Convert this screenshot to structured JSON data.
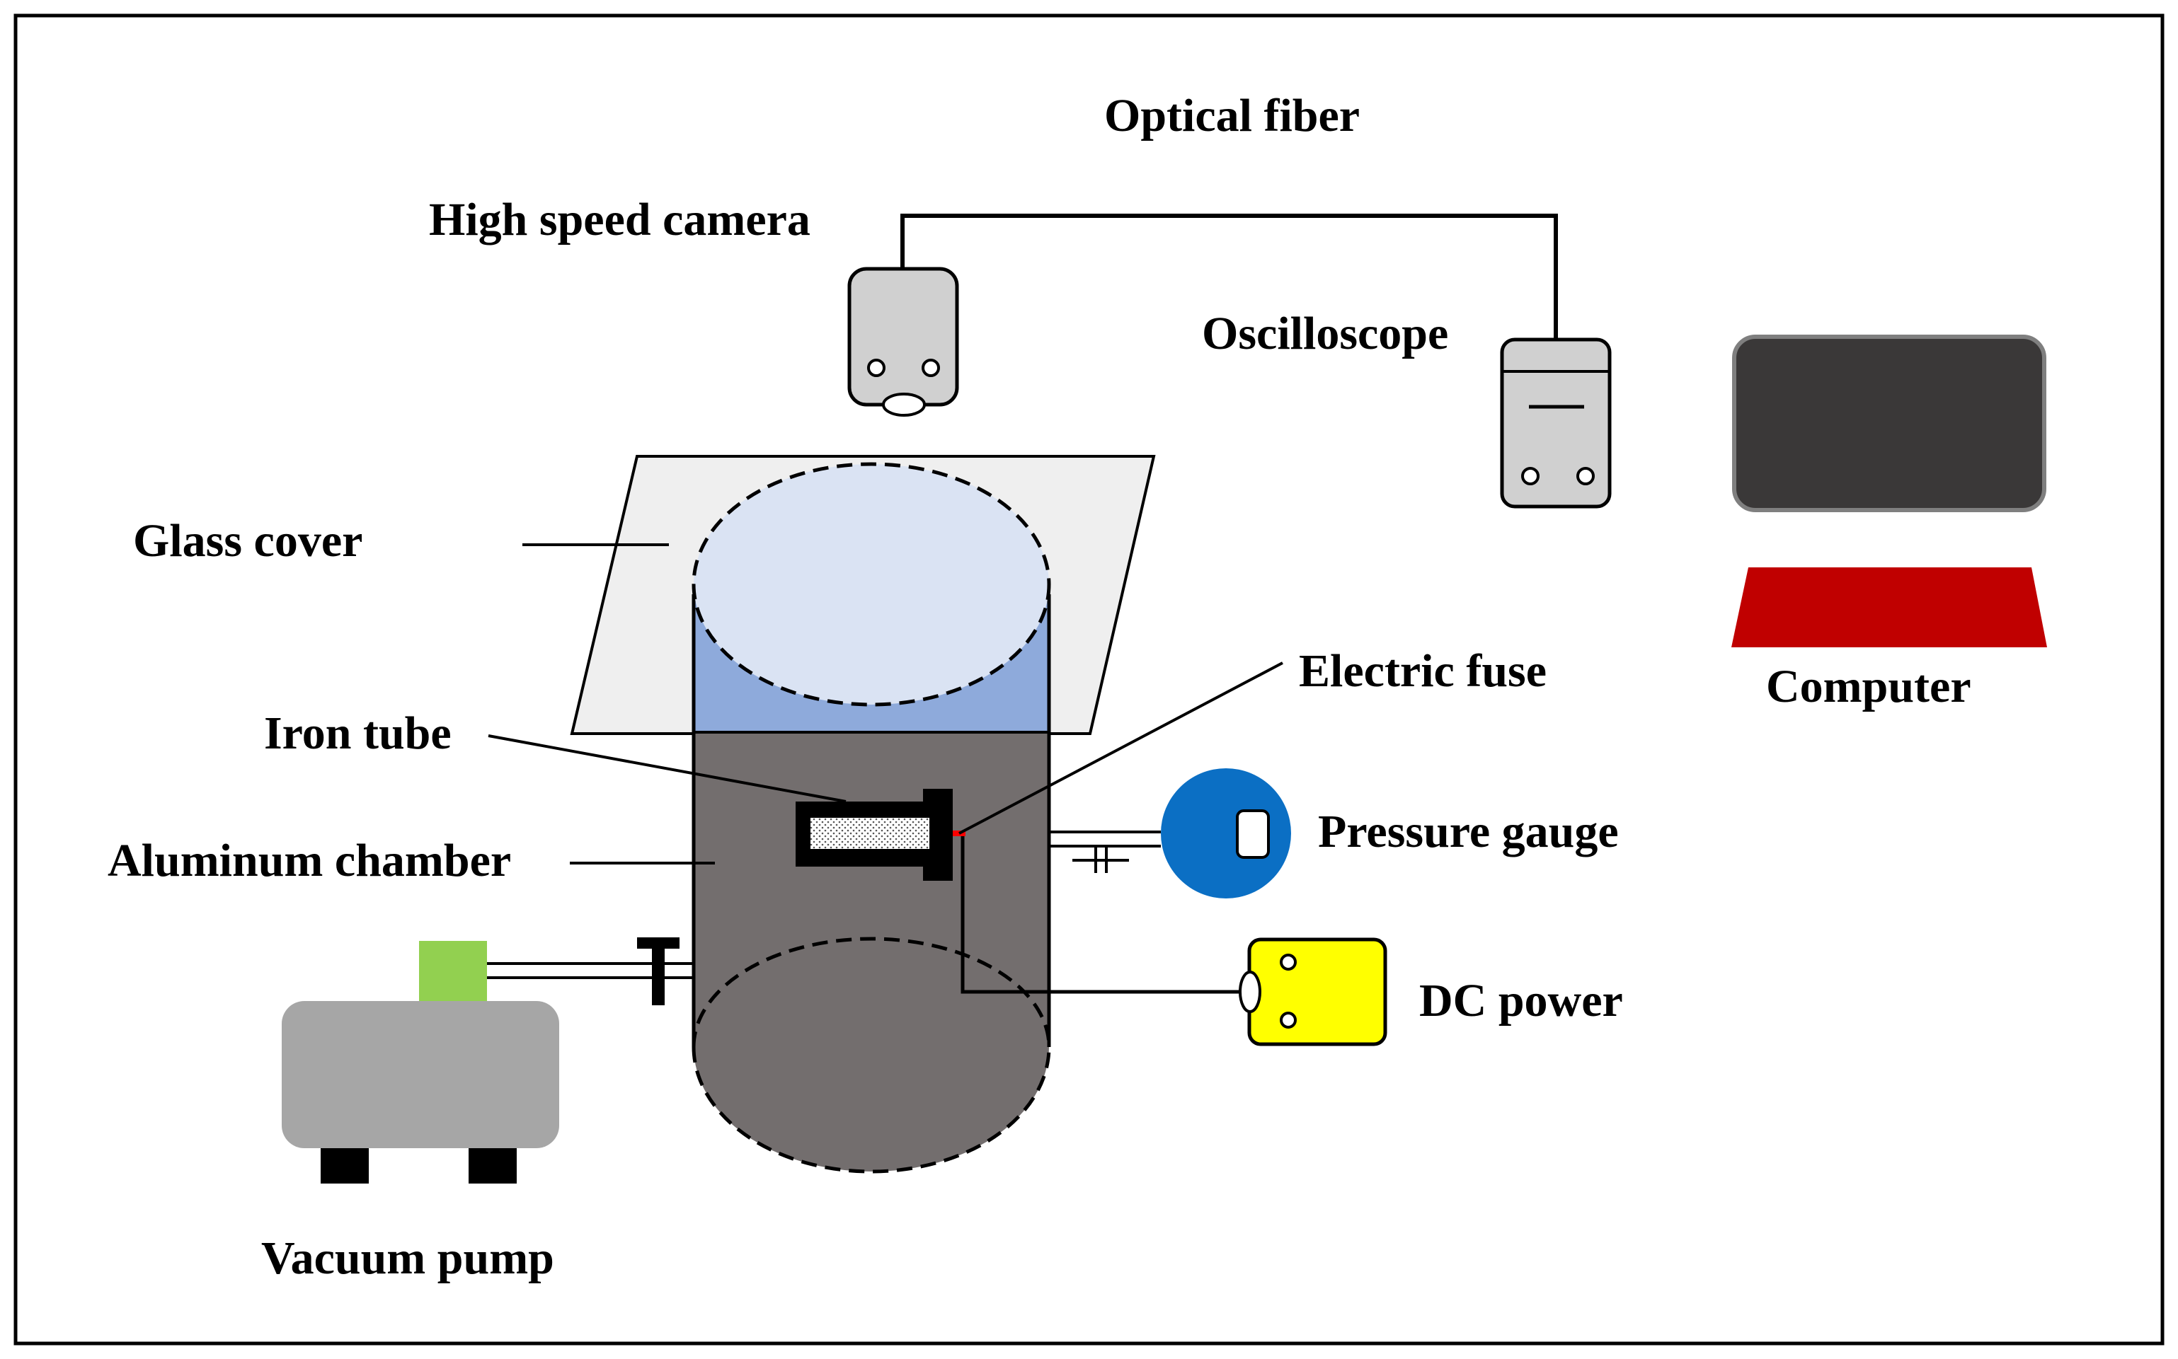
{
  "labels": {
    "optical_fiber": "Optical fiber",
    "high_speed_camera": "High speed camera",
    "oscilloscope": "Oscilloscope",
    "computer": "Computer",
    "glass_cover": "Glass cover",
    "electric_fuse": "Electric fuse",
    "iron_tube": "Iron tube",
    "aluminum_chamber": "Aluminum chamber",
    "pressure_gauge": "Pressure gauge",
    "dc_power": "DC power",
    "vacuum_pump": "Vacuum pump"
  },
  "colors": {
    "chamber": "#736e6e",
    "chamber_top": "#8eaadb",
    "glass": "#efefef",
    "lid_face": "#dae3f3",
    "device_gray": "#d0d0d0",
    "monitor": "#3a3838",
    "keyboard": "#c00000",
    "pressure_gauge": "#0b6fc4",
    "dc_power": "#ffff00",
    "pump_body": "#a6a6a6",
    "pump_valve": "#92d050",
    "fuse": "#ff0000"
  }
}
